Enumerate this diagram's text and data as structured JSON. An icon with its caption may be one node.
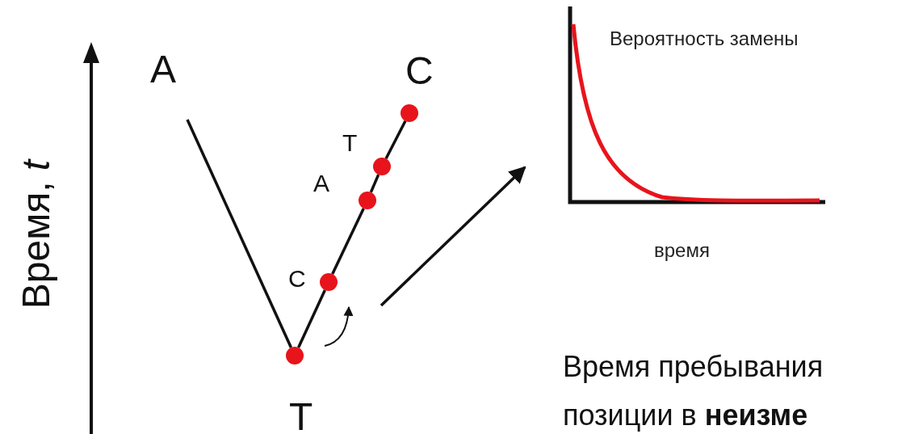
{
  "diagram": {
    "nodes": [
      {
        "text": [],
        "shape": "circle"
      },
      {
        "text": [],
        "shape": "circle"
      },
      {
        "text": [],
        "shape": "circle"
      },
      {
        "text": [],
        "shape": "circle"
      },
      {
        "text": [],
        "shape": "circle"
      },
      {
        "text": [
          "Вероятность замены",
          "время"
        ]
      }
    ],
    "edges": [
      {
        "from": 0,
        "to": 1,
        "arrow": "none"
      },
      {
        "from": 1,
        "to": 2,
        "arrow": "none"
      },
      {
        "from": 2,
        "to": 3,
        "arrow": "none"
      },
      {
        "from": 3,
        "to": 4,
        "arrow": "none"
      },
      {
        "from": 4,
        "to": null,
        "arrow": "none"
      },
      {
        "from": null,
        "to": 5,
        "arrow": "to"
      }
    ],
    "labels": [
      "A",
      "C",
      "Время, *t*",
      "T",
      "A",
      "C",
      "T",
      "Время пребывания",
      "позиции в **неизме**"
    ]
  }
}
